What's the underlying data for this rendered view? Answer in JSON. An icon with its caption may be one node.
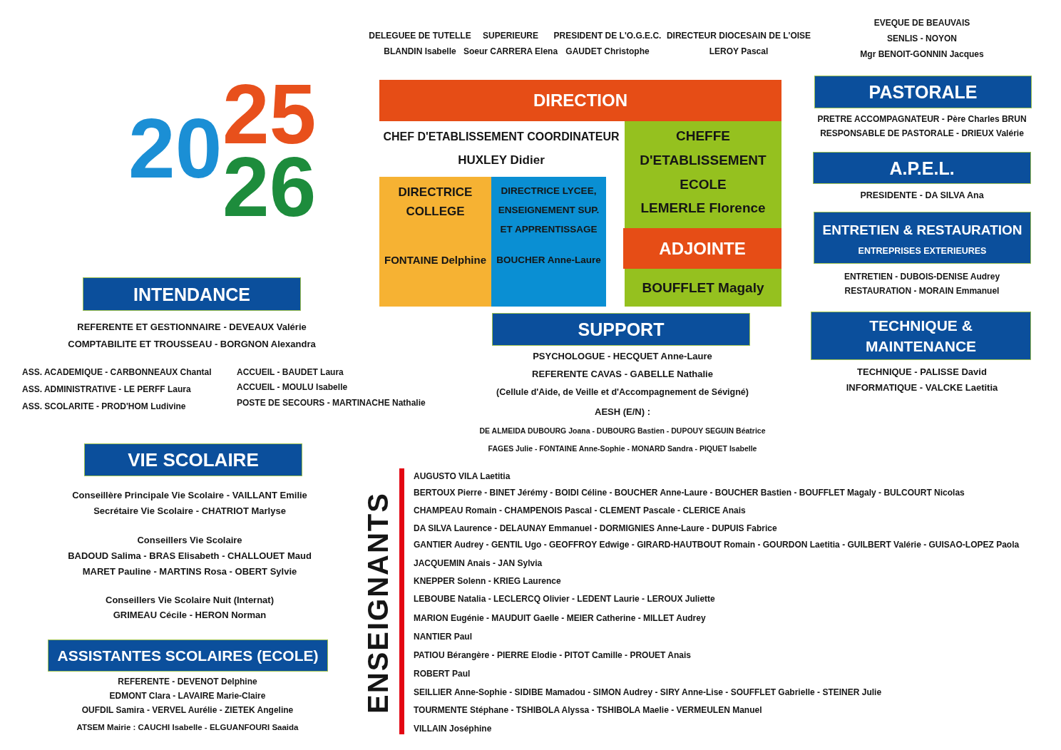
{
  "diagram": {
    "nodes": [
      {
        "text": [
          "DIRECTION"
        ]
      },
      {
        "text": [
          "DIRECTRICE COLLEGE",
          "FONTAINE Delphine"
        ]
      },
      {
        "text": [
          "DIRECTRICE LYCEE, ENSEIGNEMENT SUP. ET APPRENTISSAGE",
          "BOUCHER Anne-Laure"
        ]
      },
      {
        "text": [
          "CHEFFE D'ETABLISSEMENT ECOLE",
          "LEMERLE Florence"
        ]
      },
      {
        "text": [
          "ADJOINTE"
        ]
      },
      {
        "text": [
          "BOUFFLET Magaly"
        ]
      },
      {
        "text": [
          "PASTORALE"
        ],
        "beside": [
          "PRETRE ACCOMPAGNATEUR - Père Charles BRUN",
          "RESPONSABLE DE PASTORALE - DRIEUX Valérie"
        ]
      },
      {
        "text": [
          "A.P.E.L."
        ],
        "beside": [
          "PRESIDENTE - DA SILVA Ana"
        ]
      },
      {
        "text": [
          "ENTRETIEN & RESTAURATION",
          "ENTREPRISES EXTERIEURES"
        ],
        "beside": [
          "ENTRETIEN - DUBOIS-DENISE Audrey",
          "RESTAURATION - MORAIN Emmanuel"
        ]
      },
      {
        "text": [
          "INTENDANCE"
        ],
        "beside": [
          "REFERENTE ET GESTIONNAIRE - DEVEAUX Valérie",
          "COMPTABILITE ET TROUSSEAU - BORGNON Alexandra",
          "ASS. ACADEMIQUE - CARBONNEAUX Chantal",
          "ASS. ADMINISTRATIVE - LE PERFF Laura",
          "ASS. SCOLARITE - PROD'HOM Ludivine",
          "ACCUEIL - BAUDET Laura",
          "ACCUEIL - MOULU Isabelle",
          "POSTE DE SECOURS - MARTINACHE Nathalie"
        ]
      },
      {
        "text": [
          "SUPPORT"
        ],
        "beside": [
          "PSYCHOLOGUE - HECQUET Anne-Laure",
          "REFERENTE CAVAS - GABELLE Nathalie",
          "(Cellule d'Aide, de Veille et d'Accompagnement de Sévigné)",
          "AESH (E/N) :",
          "DE ALMEIDA DUBOURG Joana - DUBOURG Bastien - DUPOUY SEGUIN Béatrice",
          "FAGES Julie - FONTAINE Anne-Sophie - MONARD Sandra - PIQUET Isabelle"
        ]
      },
      {
        "text": [
          "TECHNIQUE & MAINTENANCE"
        ],
        "beside": [
          "TECHNIQUE - PALISSE David",
          "INFORMATIQUE - VALCKE Laetitia"
        ]
      },
      {
        "text": [
          "VIE SCOLAIRE"
        ],
        "beside": [
          "Conseillère Principale Vie Scolaire - VAILLANT Emilie",
          "Secrétaire Vie Scolaire - CHATRIOT Marlyse",
          "Conseillers Vie Scolaire",
          "BADOUD Salima - BRAS Elisabeth - CHALLOUET Maud",
          "MARET Pauline - MARTINS Rosa - OBERT Sylvie",
          "Conseillers Vie Scolaire Nuit (Internat)",
          "GRIMEAU Cécile - HERON Norman"
        ]
      },
      {
        "text": [
          "ASSISTANTES SCOLAIRES (ECOLE)"
        ],
        "beside": [
          "REFERENTE - DEVENOT Delphine",
          "EDMONT Clara - LAVAIRE Marie-Claire",
          "OUFDIL Samira - VERVEL Aurélie - ZIETEK Angeline",
          "ATSEM Mairie : CAUCHI Isabelle - ELGUANFOURI Saaida"
        ]
      }
    ],
    "labels": [
      "20",
      "25",
      "26",
      "DELEGUEE DE TUTELLE",
      "BLANDIN Isabelle",
      "SUPERIEURE",
      "Soeur CARRERA Elena",
      "PRESIDENT DE L'O.G.E.C.",
      "GAUDET Christophe",
      "DIRECTEUR DIOCESAIN DE L'OISE",
      "LEROY Pascal",
      "EVEQUE DE BEAUVAIS SENLIS - NOYON",
      "Mgr BENOIT-GONNIN Jacques",
      "CHEF D'ETABLISSEMENT COORDINATEUR",
      "HUXLEY Didier",
      "ENSEIGNANTS",
      "AUGUSTO VILA Laetitia",
      "BERTOUX Pierre - BINET Jérémy - BOIDI Céline - BOUCHER Anne-Laure - BOUCHER Bastien - BOUFFLET Magaly - BULCOURT Nicolas",
      "CHAMPEAU Romain - CHAMPENOIS Pascal - CLEMENT Pascale - CLERICE Anais",
      "DA SILVA Laurence - DELAUNAY Emmanuel - DORMIGNIES Anne-Laure - DUPUIS Fabrice",
      "GANTIER Audrey - GENTIL Ugo - GEOFFROY Edwige - GIRARD-HAUTBOUT Romain - GOURDON Laetitia - GUILBERT Valérie - GUISAO-LOPEZ Paola",
      "JACQUEMIN Anais - JAN Sylvia",
      "KNEPPER Solenn - KRIEG Laurence",
      "LEBOUBE Natalia - LECLERCQ Olivier - LEDENT Laurie - LEROUX Juliette",
      "MARION Eugénie - MAUDUIT Gaelle - MEIER Catherine - MILLET Audrey",
      "NANTIER Paul",
      "PATIOU Bérangère - PIERRE Elodie - PITOT Camille - PROUET Anais",
      "ROBERT Paul",
      "SEILLIER Anne-Sophie - SIDIBE Mamadou - SIMON Audrey - SIRY Anne-Lise - SOUFFLET Gabrielle - STEINER Julie",
      "TOURMENTE Stéphane - TSHIBOLA Alyssa - TSHIBOLA Maelie - VERMEULEN Manuel",
      "VILLAIN Joséphine"
    ]
  }
}
